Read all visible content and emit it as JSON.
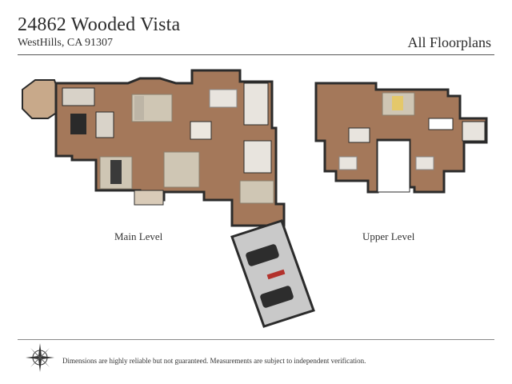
{
  "header": {
    "address": "24862 Wooded Vista",
    "city_line": "WestHills, CA 91307",
    "tab_label": "All Floorplans"
  },
  "levels": {
    "main": "Main Level",
    "upper": "Upper Level"
  },
  "footer": {
    "disclaimer": "Dimensions are highly reliable but not guaranteed. Measurements are subject to independent verification."
  },
  "icons": {
    "compass": "compass-rose-icon"
  },
  "colors": {
    "wall": "#2b2b2b",
    "wood_floor": "#a4785a",
    "tile_floor": "#e8e4de",
    "garage_floor": "#c9c9c9",
    "rug": "#cfc6b4",
    "patio": "#c8a98a"
  }
}
